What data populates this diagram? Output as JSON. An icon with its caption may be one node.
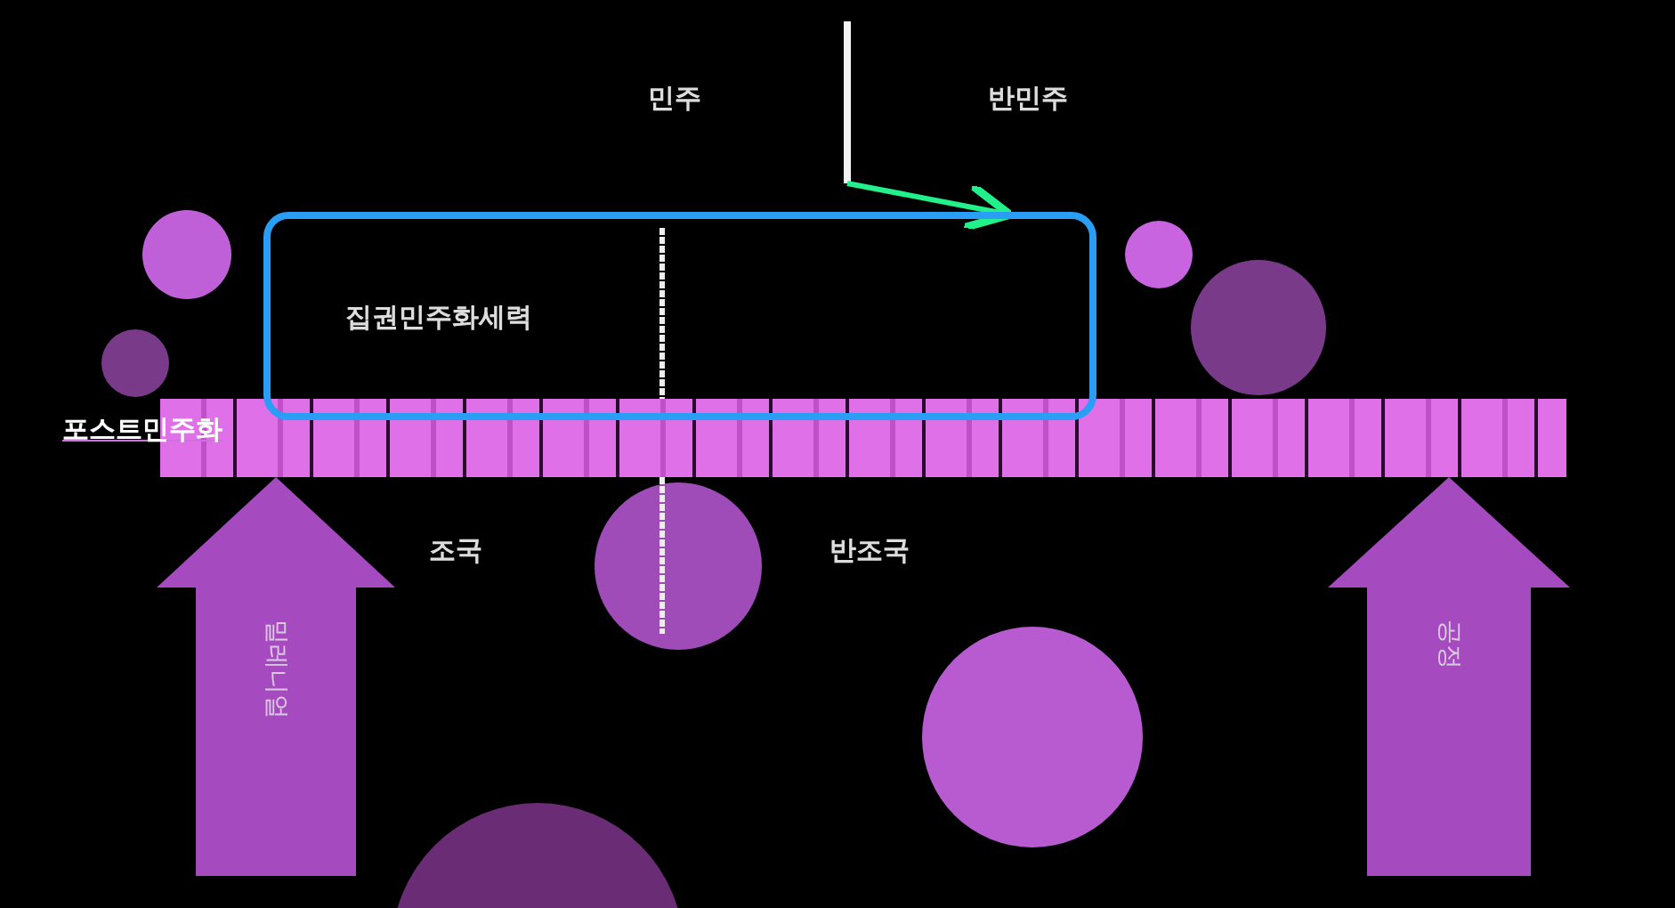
{
  "diagram": {
    "nodes": [
      {
        "text": [
          "집권민주화세력"
        ]
      },
      {
        "text": [
          "포스트민주화"
        ]
      },
      {
        "text": [
          "밀레니얼"
        ]
      },
      {
        "text": [
          "공정"
        ]
      },
      {
        "text": [],
        "shape": "bar"
      },
      {
        "text": [],
        "shape": "circle"
      },
      {
        "text": [],
        "shape": "circle"
      },
      {
        "text": [],
        "shape": "circle"
      },
      {
        "text": [],
        "shape": "circle"
      },
      {
        "text": [],
        "shape": "circle"
      },
      {
        "text": [],
        "shape": "circle"
      },
      {
        "text": [],
        "shape": "circle"
      }
    ],
    "edges": [
      {
        "from": 4,
        "to": 0,
        "arrow": "to",
        "color": "#22f08a"
      }
    ],
    "labels": [
      "민주",
      "반민주",
      "조국",
      "반조국"
    ]
  }
}
